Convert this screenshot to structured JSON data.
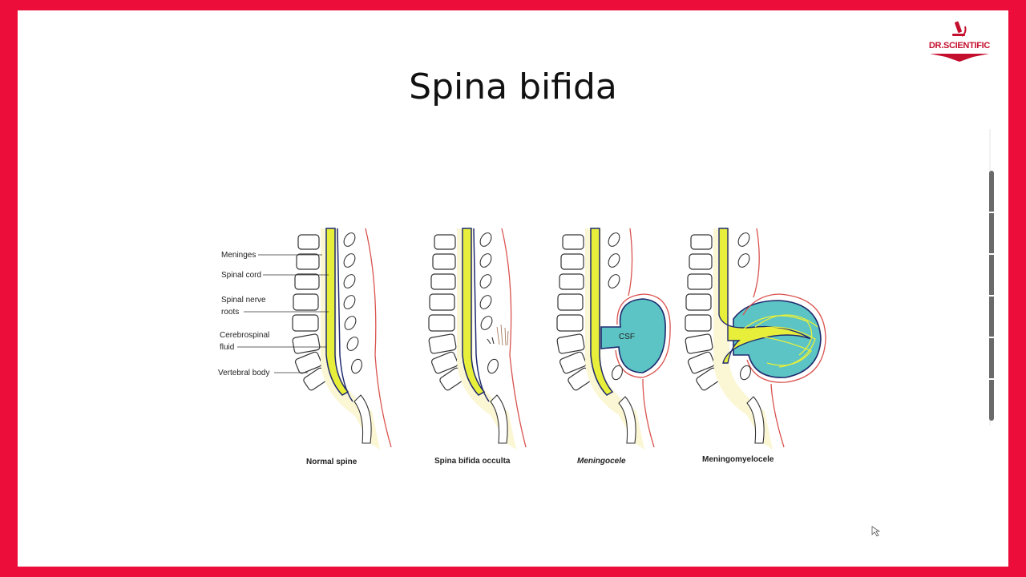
{
  "slide": {
    "title": "Spina bifida"
  },
  "logo": {
    "text": "DR.SCIENTIFIC",
    "icon": "microscope-icon",
    "brand_color": "#c4102e"
  },
  "frame_color": "#ec0d3a",
  "diagram": {
    "labels": [
      "Meninges",
      "Spinal cord",
      "Spinal nerve",
      "roots",
      "Cerebrospinal",
      "fluid",
      "Vertebral body"
    ],
    "csf_label": "CSF",
    "panels": [
      {
        "caption": "Normal spine"
      },
      {
        "caption": "Spina bifida occulta"
      },
      {
        "caption": "Meningocele"
      },
      {
        "caption": "Meningomyelocele"
      }
    ],
    "colors": {
      "cord": "#e8ef3a",
      "csf": "#5cc4c4",
      "meninges": "#1f2a6e",
      "skin": "#d9534f"
    }
  }
}
